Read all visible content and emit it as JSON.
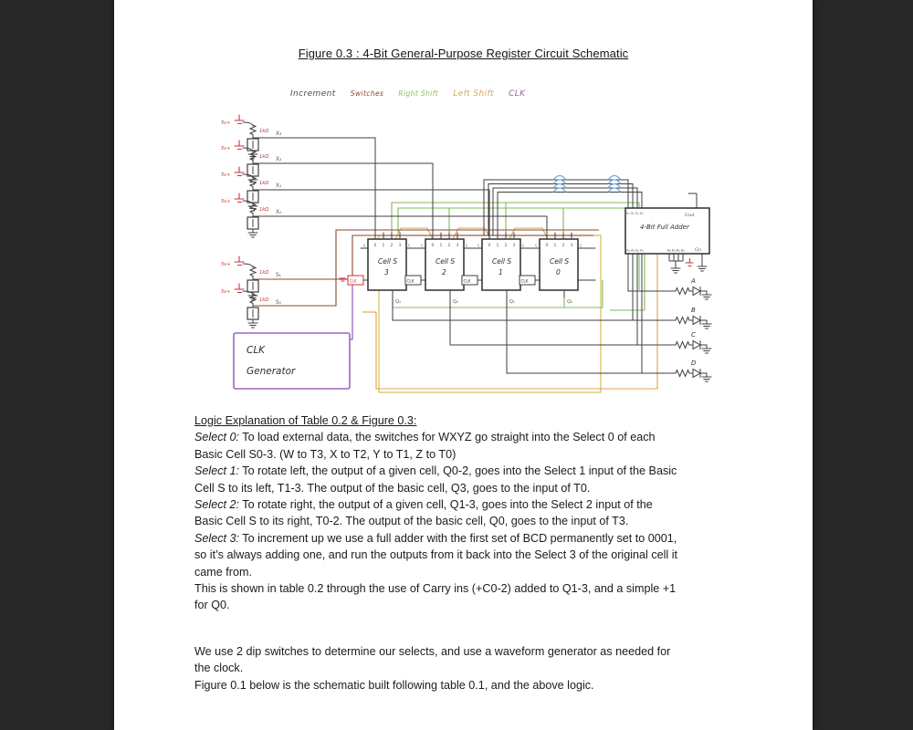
{
  "colors": {
    "ink": "#3f3f3f",
    "red": "#cc3333",
    "green": "#84b857",
    "orange": "#dfa050",
    "yellow": "#d2c050",
    "purple": "#9b66c0",
    "brown": "#8a4a33",
    "blue": "#74aade",
    "paper": "#ffffff",
    "background": "#282828"
  },
  "title": "Figure 0.3 : 4-Bit General-Purpose Register Circuit Schematic",
  "legend": [
    {
      "label": "Increment",
      "color": "#4a4a44"
    },
    {
      "label": "Switches",
      "color": "#8a4a33"
    },
    {
      "label": "Right Shift",
      "color": "#8fbf55"
    },
    {
      "label": "Left Shift",
      "color": "#dda455"
    },
    {
      "label": "CLK",
      "color": "#9b59b6"
    }
  ],
  "schematic": {
    "data_switches": [
      {
        "supply": "5v+",
        "resistor": "1kΩ",
        "signal": "X₃"
      },
      {
        "supply": "5v+",
        "resistor": "1kΩ",
        "signal": "X₂"
      },
      {
        "supply": "5v+",
        "resistor": "1kΩ",
        "signal": "X₁"
      },
      {
        "supply": "5v+",
        "resistor": "1kΩ",
        "signal": "X₀"
      }
    ],
    "select_switches": [
      {
        "supply": "5v+",
        "resistor": "1kΩ",
        "signal": "S₁"
      },
      {
        "supply": "5v+",
        "resistor": "1kΩ",
        "signal": "S₀"
      }
    ],
    "pin_numbers": [
      "0",
      "1",
      "2",
      "3"
    ],
    "clk_box_label": "CLK",
    "cells": [
      {
        "label": "Cell S",
        "number": "3",
        "output": "Q₃"
      },
      {
        "label": "Cell S",
        "number": "2",
        "output": "Q₂"
      },
      {
        "label": "Cell S",
        "number": "1",
        "output": "Q₁"
      },
      {
        "label": "Cell S",
        "number": "0",
        "output": "Q₀"
      }
    ],
    "adder": {
      "label": "4-Bit Full Adder",
      "sum_pins": [
        "S₃",
        "S₂",
        "S₁",
        "S₀"
      ],
      "cout_label": "Cout",
      "a_pins": [
        "A₃",
        "A₂",
        "A₁",
        "A₀"
      ],
      "b_pins": [
        "B₃",
        "B₂",
        "B₁",
        "B₀"
      ],
      "cin_label": "Cin"
    },
    "leds": [
      {
        "label": "A"
      },
      {
        "label": "B"
      },
      {
        "label": "C"
      },
      {
        "label": "D"
      }
    ],
    "clk_generator": {
      "line1": "CLK",
      "line2": "Generator"
    }
  },
  "explanation": {
    "heading": "Logic Explanation of Table 0.2 & Figure 0.3:",
    "lines": [
      {
        "lead": "Select 0:",
        "rest": " To load external data, the switches for WXYZ go straight into the Select 0 of each"
      },
      {
        "lead": "",
        "rest": "Basic Cell S0-3. (W to T3, X to T2, Y to T1, Z to T0)"
      },
      {
        "lead": "Select 1:",
        "rest": " To rotate left, the output of a given cell, Q0-2, goes into the Select 1 input of the Basic"
      },
      {
        "lead": "",
        "rest": "Cell S to its left, T1-3. The output of the basic cell, Q3, goes to the input of T0."
      },
      {
        "lead": "Select 2:",
        "rest": " To rotate right, the output of a given cell, Q1-3, goes into the Select 2 input of the"
      },
      {
        "lead": "",
        "rest": "Basic Cell S to its right, T0-2. The output of the basic cell, Q0, goes to the input of T3."
      },
      {
        "lead": "Select 3:",
        "rest": " To increment up we use a full adder with the first set of BCD permanently set to 0001,"
      },
      {
        "lead": "",
        "rest": "so it’s always adding one, and run the outputs from it back into the Select 3 of the original cell it"
      },
      {
        "lead": "",
        "rest": "came from."
      },
      {
        "lead": "",
        "rest": "This is shown in table 0.2 through the use of Carry ins (+C0-2) added to Q1-3, and a simple +1"
      },
      {
        "lead": "",
        "rest": "for Q0."
      }
    ]
  },
  "footer": {
    "lines": [
      "We use 2 dip switches to determine our selects, and use a waveform generator as needed for",
      "the clock.",
      "Figure 0.1 below is the schematic built following table 0.1, and the above logic."
    ]
  }
}
